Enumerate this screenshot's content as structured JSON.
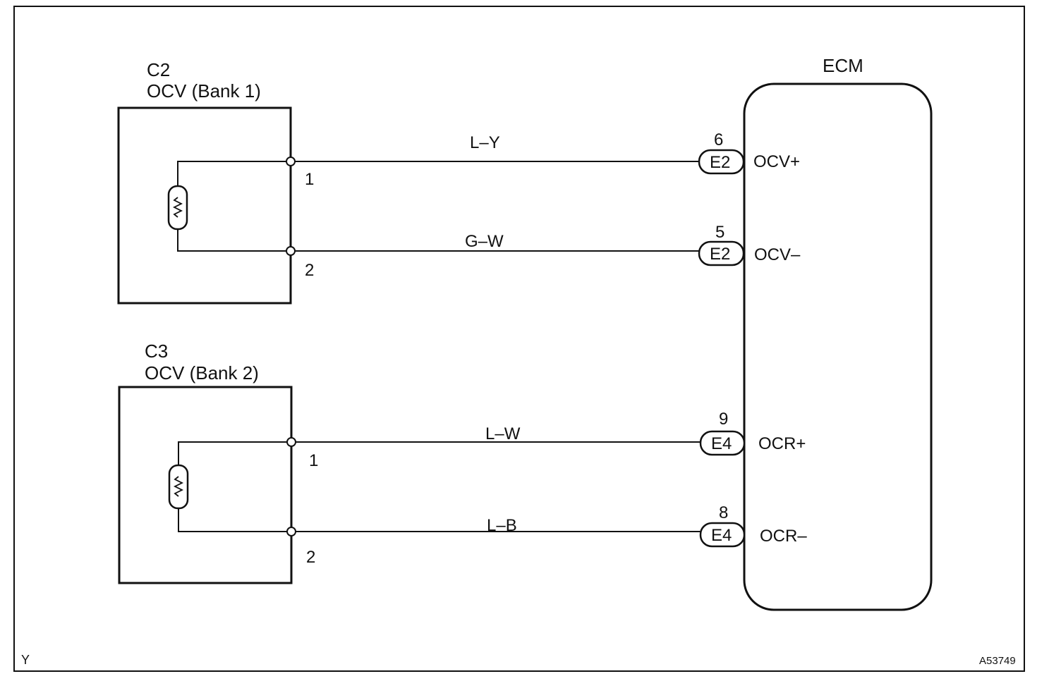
{
  "devices": [
    {
      "connector": "C2",
      "name": "OCV (Bank 1)"
    },
    {
      "connector": "C3",
      "name": "OCV (Bank 2)"
    }
  ],
  "ecm": {
    "label": "ECM"
  },
  "circuits": [
    {
      "pin": "1",
      "wire": "L–Y",
      "ecm_pin": "6",
      "ecm_connector": "E2",
      "ecm_terminal": "OCV+"
    },
    {
      "pin": "2",
      "wire": "G–W",
      "ecm_pin": "5",
      "ecm_connector": "E2",
      "ecm_terminal": "OCV–"
    },
    {
      "pin": "1",
      "wire": "L–W",
      "ecm_pin": "9",
      "ecm_connector": "E4",
      "ecm_terminal": "OCR+"
    },
    {
      "pin": "2",
      "wire": "L–B",
      "ecm_pin": "8",
      "ecm_connector": "E4",
      "ecm_terminal": "OCR–"
    }
  ],
  "footer": {
    "left_code": "Y",
    "figure_id": "A53749"
  }
}
